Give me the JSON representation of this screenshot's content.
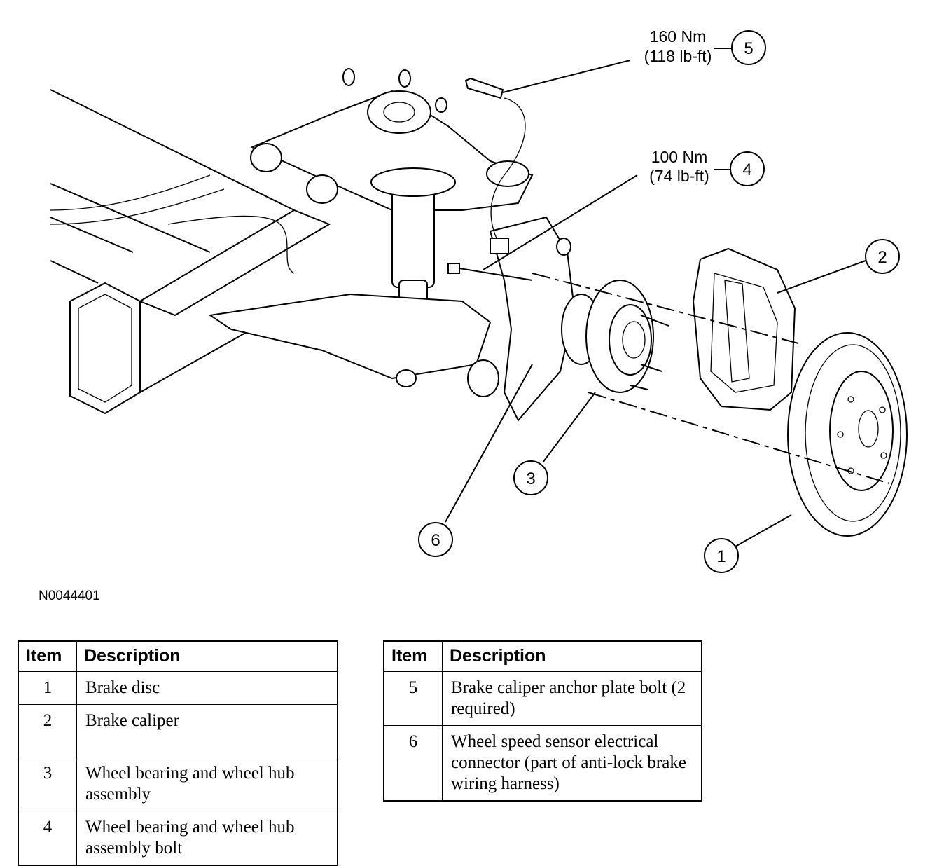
{
  "figure": {
    "id": "N0044401",
    "callouts": [
      {
        "number": "1"
      },
      {
        "number": "2"
      },
      {
        "number": "3"
      },
      {
        "number": "4",
        "torque_nm": "100 Nm",
        "torque_lbft": "(74 lb-ft)"
      },
      {
        "number": "5",
        "torque_nm": "160 Nm",
        "torque_lbft": "(118 lb-ft)"
      },
      {
        "number": "6"
      }
    ]
  },
  "tables": {
    "headers": {
      "item": "Item",
      "description": "Description"
    },
    "left": [
      {
        "item": "1",
        "description": "Brake disc"
      },
      {
        "item": "2",
        "description": "Brake caliper"
      },
      {
        "item": "3",
        "description": "Wheel bearing and wheel hub assembly"
      },
      {
        "item": "4",
        "description": "Wheel bearing and wheel hub assembly bolt"
      }
    ],
    "right": [
      {
        "item": "5",
        "description": "Brake caliper anchor plate bolt (2 required)"
      },
      {
        "item": "6",
        "description": "Wheel speed sensor electrical connector (part of anti-lock brake wiring harness)"
      }
    ]
  }
}
